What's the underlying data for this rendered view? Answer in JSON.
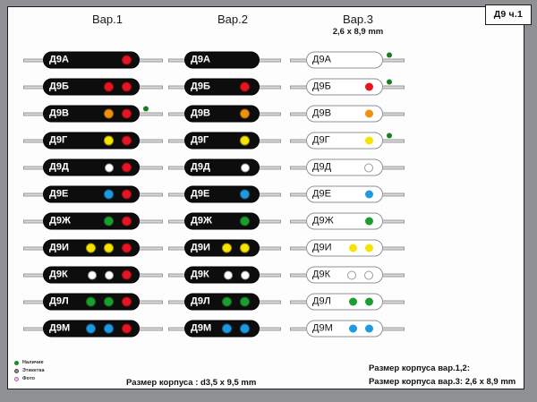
{
  "badge": {
    "label": "Д9 ч.1"
  },
  "columns": [
    {
      "title": "Вар.1",
      "subtitle": ""
    },
    {
      "title": "Вар.2",
      "subtitle": ""
    },
    {
      "title": "Вар.3",
      "subtitle": "2,6 x 8,9 mm"
    }
  ],
  "colors": {
    "red": "#e8141e",
    "orange": "#f0900f",
    "yellow": "#f5e400",
    "white": "#ffffff",
    "blue": "#1d9ae0",
    "green": "#1a9e2e",
    "avail": "#1a7d24",
    "body_dark": "#0d0d0d",
    "body_light": "#ffffff",
    "lead": "#d9d9d9",
    "sheet": "#8f9093",
    "card": "#fdfdfd"
  },
  "var1": [
    {
      "label": "Д9А",
      "dots": [
        "red"
      ],
      "avail": false
    },
    {
      "label": "Д9Б",
      "dots": [
        "red",
        "red"
      ],
      "avail": false
    },
    {
      "label": "Д9В",
      "dots": [
        "orange",
        "red"
      ],
      "avail": true
    },
    {
      "label": "Д9Г",
      "dots": [
        "yellow",
        "red"
      ],
      "avail": false
    },
    {
      "label": "Д9Д",
      "dots": [
        "white",
        "red"
      ],
      "avail": false
    },
    {
      "label": "Д9Е",
      "dots": [
        "blue",
        "red"
      ],
      "avail": false
    },
    {
      "label": "Д9Ж",
      "dots": [
        "green",
        "red"
      ],
      "avail": false
    },
    {
      "label": "Д9И",
      "dots": [
        "yellow",
        "yellow",
        "red"
      ],
      "avail": false
    },
    {
      "label": "Д9К",
      "dots": [
        "white",
        "white",
        "red"
      ],
      "avail": false
    },
    {
      "label": "Д9Л",
      "dots": [
        "green",
        "green",
        "red"
      ],
      "avail": false
    },
    {
      "label": "Д9М",
      "dots": [
        "blue",
        "blue",
        "red"
      ],
      "avail": false
    }
  ],
  "var2": [
    {
      "label": "Д9А",
      "dots": [],
      "avail": false
    },
    {
      "label": "Д9Б",
      "dots": [
        "red"
      ],
      "avail": false
    },
    {
      "label": "Д9В",
      "dots": [
        "orange"
      ],
      "avail": false
    },
    {
      "label": "Д9Г",
      "dots": [
        "yellow"
      ],
      "avail": false
    },
    {
      "label": "Д9Д",
      "dots": [
        "white"
      ],
      "avail": false
    },
    {
      "label": "Д9Е",
      "dots": [
        "blue"
      ],
      "avail": false
    },
    {
      "label": "Д9Ж",
      "dots": [
        "green"
      ],
      "avail": false
    },
    {
      "label": "Д9И",
      "dots": [
        "yellow",
        "yellow"
      ],
      "avail": false
    },
    {
      "label": "Д9К",
      "dots": [
        "white",
        "white"
      ],
      "avail": false
    },
    {
      "label": "Д9Л",
      "dots": [
        "green",
        "green"
      ],
      "avail": false
    },
    {
      "label": "Д9М",
      "dots": [
        "blue",
        "blue"
      ],
      "avail": false
    }
  ],
  "var3": [
    {
      "label": "Д9А",
      "dots": [],
      "avail": true
    },
    {
      "label": "Д9Б",
      "dots": [
        "red"
      ],
      "avail": true
    },
    {
      "label": "Д9В",
      "dots": [
        "orange"
      ],
      "avail": false
    },
    {
      "label": "Д9Г",
      "dots": [
        "yellow"
      ],
      "avail": true
    },
    {
      "label": "Д9Д",
      "dots": [
        "white"
      ],
      "avail": false
    },
    {
      "label": "Д9Е",
      "dots": [
        "blue"
      ],
      "avail": false
    },
    {
      "label": "Д9Ж",
      "dots": [
        "green"
      ],
      "avail": false
    },
    {
      "label": "Д9И",
      "dots": [
        "yellow",
        "yellow"
      ],
      "avail": false
    },
    {
      "label": "Д9К",
      "dots": [
        "white",
        "white"
      ],
      "avail": false
    },
    {
      "label": "Д9Л",
      "dots": [
        "green",
        "green"
      ],
      "avail": false
    },
    {
      "label": "Д9М",
      "dots": [
        "blue",
        "blue"
      ],
      "avail": false
    }
  ],
  "legend": [
    {
      "marker": "green-dot",
      "label": "Наличие"
    },
    {
      "marker": "label-icon",
      "label": "Этикетка"
    },
    {
      "marker": "photo-icon",
      "label": "Фото"
    }
  ],
  "captions": {
    "center": "Размер корпуса : d3,5 x 9,5 mm",
    "right_line1": "Размер корпуса вар.1,2:",
    "right_line2": "Размер корпуса вар.3: 2,6 x 8,9 mm"
  }
}
